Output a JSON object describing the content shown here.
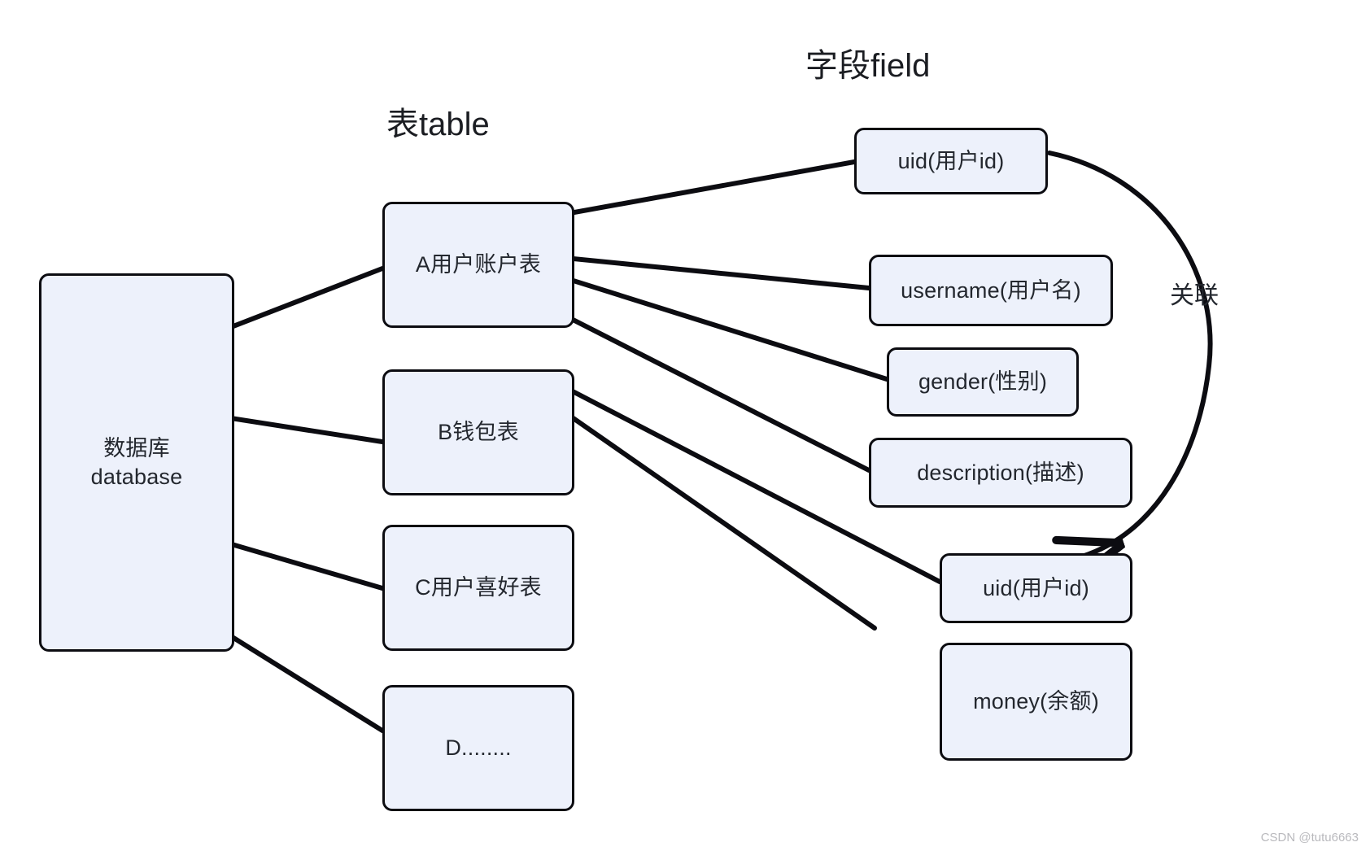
{
  "diagram": {
    "background_color": "#ffffff",
    "node_fill": "#edf1fb",
    "node_stroke": "#0c0c11",
    "text_color": "#23272e",
    "titles": {
      "table_group": "表table",
      "field_group": "字段field"
    },
    "database_node": {
      "label": "数据库\ndatabase"
    },
    "table_nodes": [
      {
        "label": "A用户账户表"
      },
      {
        "label": "B钱包表"
      },
      {
        "label": "C用户喜好表"
      },
      {
        "label": "D........"
      }
    ],
    "field_nodes": [
      {
        "label": "uid(用户id)"
      },
      {
        "label": "username(用户名)"
      },
      {
        "label": "gender(性别)"
      },
      {
        "label": "description(描述)"
      },
      {
        "label": "uid(用户id)"
      },
      {
        "label": "money(余额)"
      }
    ],
    "edge_labels": {
      "relation": "关联"
    },
    "watermark": "CSDN @tutu6663"
  }
}
